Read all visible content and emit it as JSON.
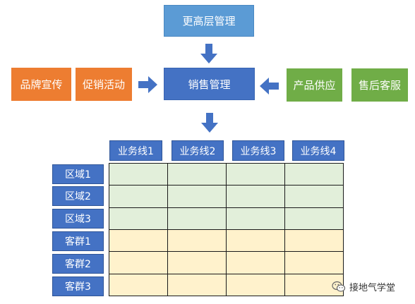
{
  "top": {
    "label": "更高层管理"
  },
  "center": {
    "label": "销售管理"
  },
  "left_boxes": [
    {
      "label": "品牌宣传"
    },
    {
      "label": "促销活动"
    }
  ],
  "right_boxes": [
    {
      "label": "产品供应"
    },
    {
      "label": "售后客服"
    }
  ],
  "columns": [
    "业务线1",
    "业务线2",
    "业务线3",
    "业务线4"
  ],
  "rows": [
    "区域1",
    "区域2",
    "区域3",
    "客群1",
    "客群2",
    "客群3"
  ],
  "watermark": {
    "text": "接地气学堂",
    "icon": "wechat-icon"
  },
  "colors": {
    "top_box": "#5b9bd5",
    "main_blue": "#4472c4",
    "orange": "#ed7d31",
    "green": "#70ad47",
    "region_cell": "#e2efda",
    "segment_cell": "#fff2cc"
  }
}
